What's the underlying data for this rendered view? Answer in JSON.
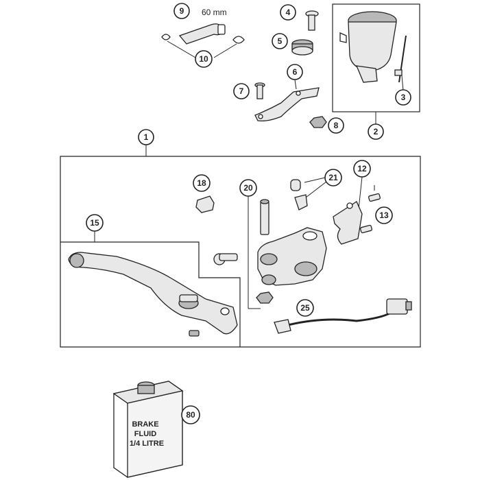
{
  "callouts": {
    "c1": "1",
    "c2": "2",
    "c3": "3",
    "c4": "4",
    "c5": "5",
    "c6": "6",
    "c7": "7",
    "c8": "8",
    "c9": "9",
    "c10": "10",
    "c12": "12",
    "c13": "13",
    "c15": "15",
    "c18": "18",
    "c20": "20",
    "c21": "21",
    "c25": "25",
    "c80": "80"
  },
  "hose_length_label": "60 mm",
  "brake_fluid_can": {
    "line1": "BRAKE",
    "line2": "FLUID",
    "line3": "1/4 LITRE"
  }
}
